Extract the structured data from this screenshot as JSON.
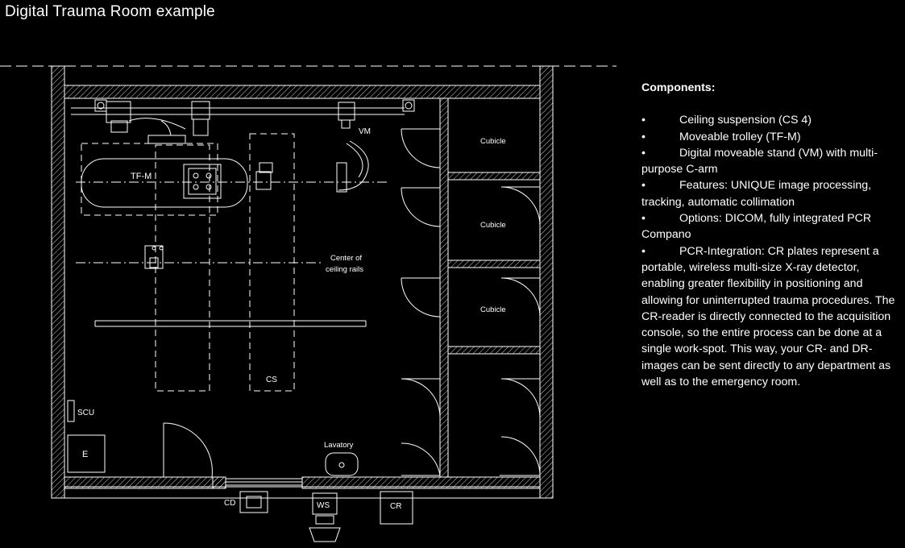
{
  "title": "Digital Trauma Room example",
  "labels": {
    "vm": "VM",
    "tfm": "TF-M",
    "cubicle_1": "Cubicle",
    "cubicle_2": "Cubicle",
    "cubicle_3": "Cubicle",
    "center_line1": "Center of",
    "center_line2": "ceiling rails",
    "cs": "CS",
    "scu": "SCU",
    "e": "E",
    "lavatory": "Lavatory",
    "cd": "CD",
    "ws": "WS",
    "cr": "CR"
  },
  "components": {
    "heading": "Components:",
    "items": [
      "Ceiling suspension (CS 4)",
      "Moveable trolley (TF-M)",
      "Digital moveable stand (VM) with multi-purpose C-arm",
      "Features: UNIQUE image processing, tracking, automatic collimation",
      "Options: DICOM, fully integrated PCR Compano",
      "PCR-Integration: CR plates represent a portable, wireless multi-size X-ray detector, enabling greater flexibility in positioning and allowing for uninterrupted trauma procedures. The CR-reader is directly connected to the acquisition console, so the entire process can be done at a single work-spot. This way, your CR- and DR-images can be sent directly to any department as well as to the emergency room."
    ]
  }
}
